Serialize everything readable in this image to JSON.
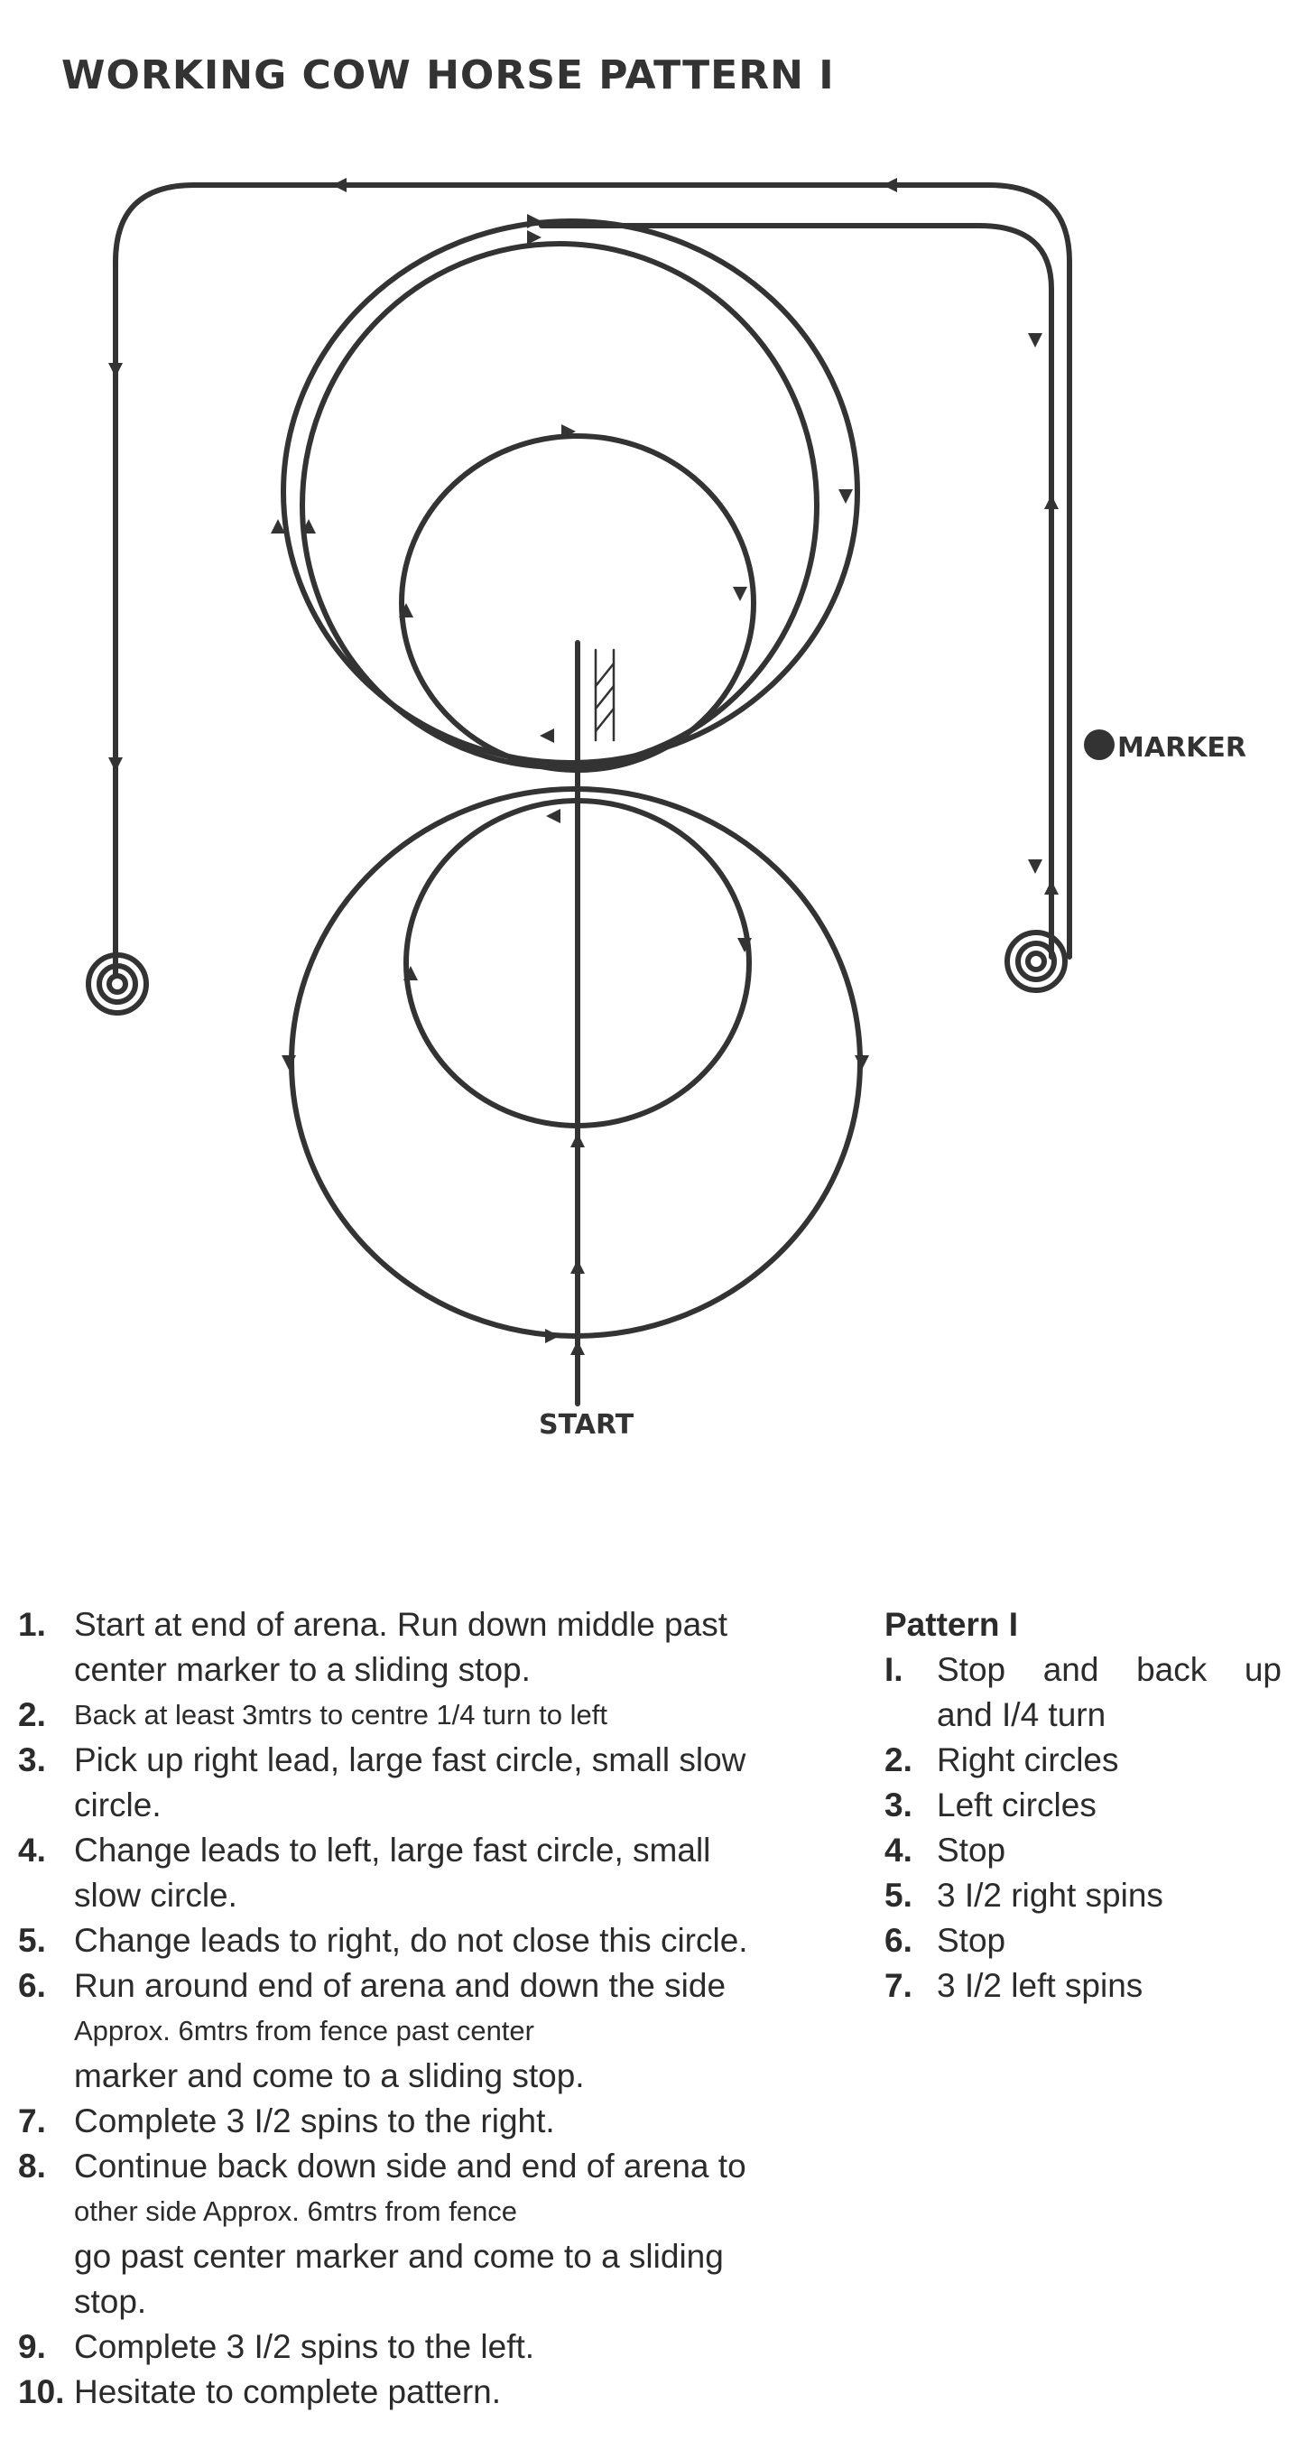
{
  "title": "WORKING COW HORSE PATTERN I",
  "diagram": {
    "marker_label": "MARKER",
    "start_label": "START"
  },
  "steps": [
    {
      "num": "1.",
      "lines": [
        "Start at end of arena. Run down middle past",
        "center marker to a sliding stop."
      ]
    },
    {
      "num": "2.",
      "lines": [
        "Back at least 3mtrs to centre     1/4 turn to left"
      ]
    },
    {
      "num": "3.",
      "lines": [
        "Pick up right lead, large fast circle, small slow",
        "circle."
      ]
    },
    {
      "num": "4.",
      "lines": [
        "Change leads to left, large fast circle, small",
        "slow circle."
      ]
    },
    {
      "num": "5.",
      "lines": [
        "Change leads to right, do not close this circle."
      ]
    },
    {
      "num": "6.",
      "lines": [
        "Run around end of arena and down the side",
        "Approx. 6mtrs from fence  past center",
        "marker and come to a sliding stop."
      ]
    },
    {
      "num": "7.",
      "lines": [
        "Complete 3 I/2 spins to the right."
      ]
    },
    {
      "num": "8.",
      "lines": [
        "Continue back down side and end of arena to",
        "other side    Approx. 6mtrs from fence",
        "go past center marker and come to a sliding",
        "stop."
      ]
    },
    {
      "num": "9.",
      "lines": [
        "Complete 3 I/2 spins to the left."
      ]
    },
    {
      "num": "10.",
      "lines": [
        "Hesitate to complete pattern."
      ]
    }
  ],
  "summary": {
    "title": "Pattern I",
    "items": [
      {
        "num": "I.",
        "lines": [
          "Stop and back up",
          "and I/4 turn"
        ]
      },
      {
        "num": "2.",
        "lines": [
          "Right circles"
        ]
      },
      {
        "num": "3.",
        "lines": [
          "Left circles"
        ]
      },
      {
        "num": "4.",
        "lines": [
          "Stop"
        ]
      },
      {
        "num": "5.",
        "lines": [
          "3 I/2 right spins"
        ]
      },
      {
        "num": "6.",
        "lines": [
          "Stop"
        ]
      },
      {
        "num": "7.",
        "lines": [
          "3 I/2 left spins"
        ]
      }
    ]
  }
}
